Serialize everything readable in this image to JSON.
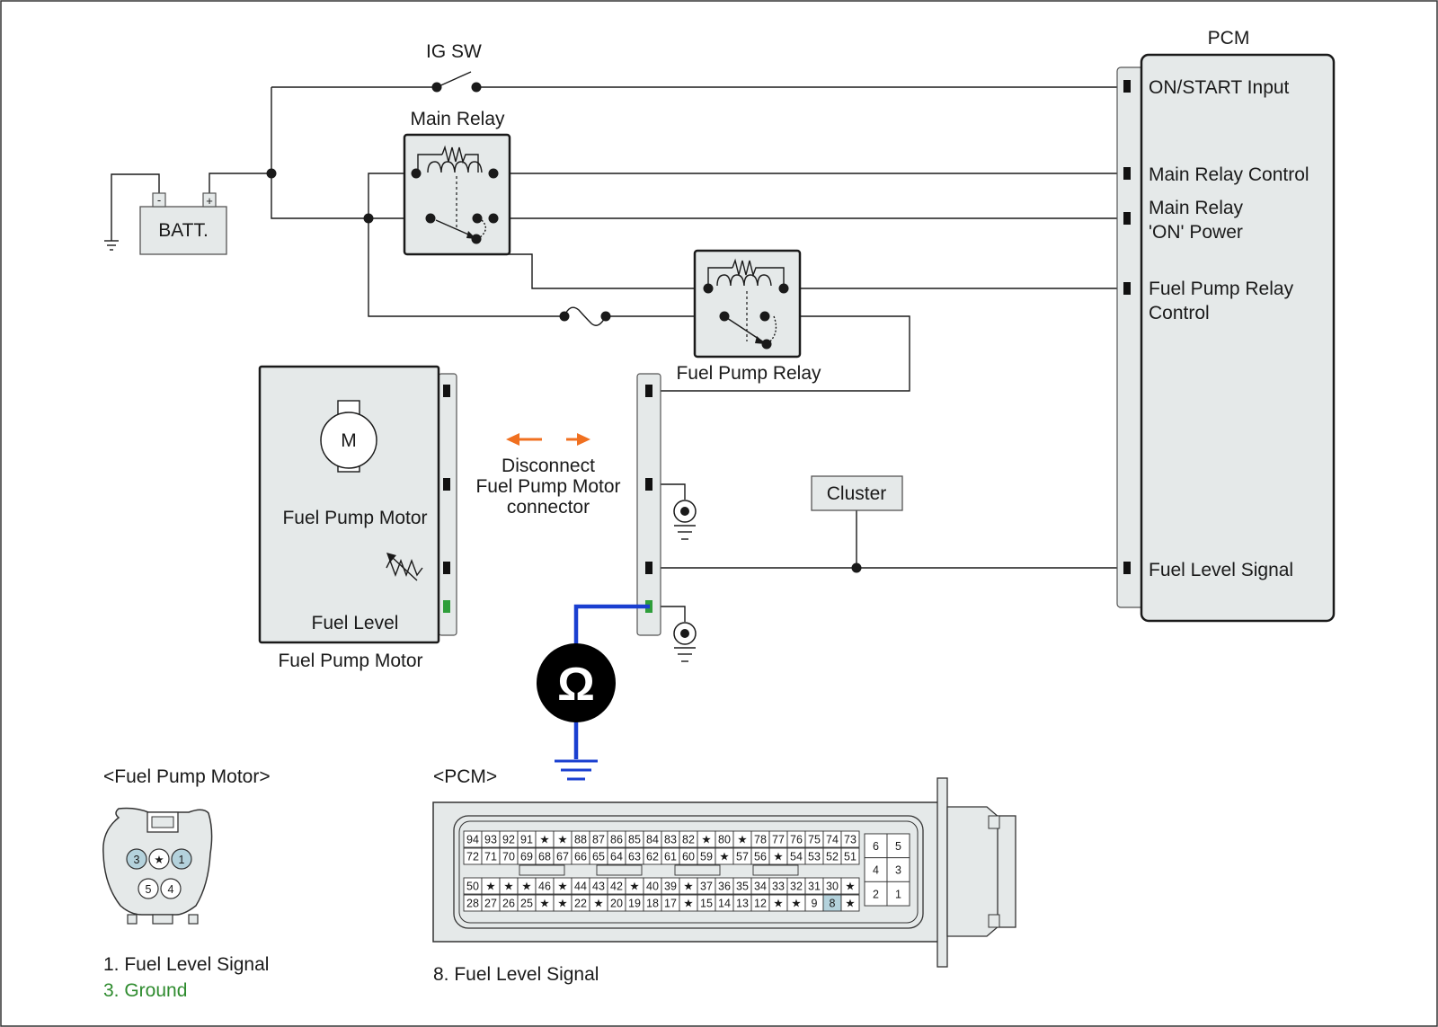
{
  "labels": {
    "ig_sw": "IG SW",
    "pcm": "PCM",
    "main_relay": "Main Relay",
    "batt": "BATT.",
    "batt_minus": "-",
    "batt_plus": "+",
    "fuel_pump_relay": "Fuel Pump Relay",
    "motor_symbol": "M",
    "fuel_pump_motor_inner": "Fuel Pump Motor",
    "fuel_level_inner": "Fuel Level",
    "fuel_pump_motor_caption": "Fuel Pump Motor",
    "disconnect_l1": "Disconnect",
    "disconnect_l2": "Fuel Pump Motor",
    "disconnect_l3": "connector",
    "cluster": "Cluster",
    "ohm_symbol": "Ω",
    "pcm_pins": {
      "on_start": "ON/START Input",
      "main_relay_control": "Main Relay Control",
      "main_relay_on_l1": "Main Relay",
      "main_relay_on_l2": "'ON' Power",
      "fpr_control_l1": "Fuel Pump Relay",
      "fpr_control_l2": "Control",
      "fuel_level_signal": "Fuel Level Signal"
    }
  },
  "fuel_pump_connector": {
    "title": "<Fuel Pump Motor>",
    "top_pins": [
      "3",
      "★",
      "1"
    ],
    "bottom_pins": [
      "5",
      "4"
    ],
    "legend_1": "1. Fuel Level Signal",
    "legend_3": "3. Ground",
    "highlight_color": "#b4d2dc",
    "ground_color": "#2e8b2e"
  },
  "pcm_connector": {
    "title": "<PCM>",
    "legend": "8. Fuel Level Signal",
    "row1": [
      "94",
      "93",
      "92",
      "91",
      "★",
      "★",
      "88",
      "87",
      "86",
      "85",
      "84",
      "83",
      "82",
      "★",
      "80",
      "★",
      "78",
      "77",
      "76",
      "75",
      "74",
      "73"
    ],
    "row2": [
      "72",
      "71",
      "70",
      "69",
      "68",
      "67",
      "66",
      "65",
      "64",
      "63",
      "62",
      "61",
      "60",
      "59",
      "★",
      "57",
      "56",
      "★",
      "54",
      "53",
      "52",
      "51"
    ],
    "row3": [
      "50",
      "★",
      "★",
      "★",
      "46",
      "★",
      "44",
      "43",
      "42",
      "★",
      "40",
      "39",
      "★",
      "37",
      "36",
      "35",
      "34",
      "33",
      "32",
      "31",
      "30",
      "★"
    ],
    "row4": [
      "28",
      "27",
      "26",
      "25",
      "★",
      "★",
      "22",
      "★",
      "20",
      "19",
      "18",
      "17",
      "★",
      "15",
      "14",
      "13",
      "12",
      "★",
      "★",
      "9",
      "8",
      "★"
    ],
    "highlight_pin": "8",
    "small_block": [
      [
        "6",
        "5"
      ],
      [
        "4",
        "3"
      ],
      [
        "2",
        "1"
      ]
    ]
  },
  "colors": {
    "arrow": "#f07020",
    "meter_lead": "#1a3fd0",
    "ground_terminal": "#2e9e3a",
    "box_fill": "#e5e9e9"
  }
}
